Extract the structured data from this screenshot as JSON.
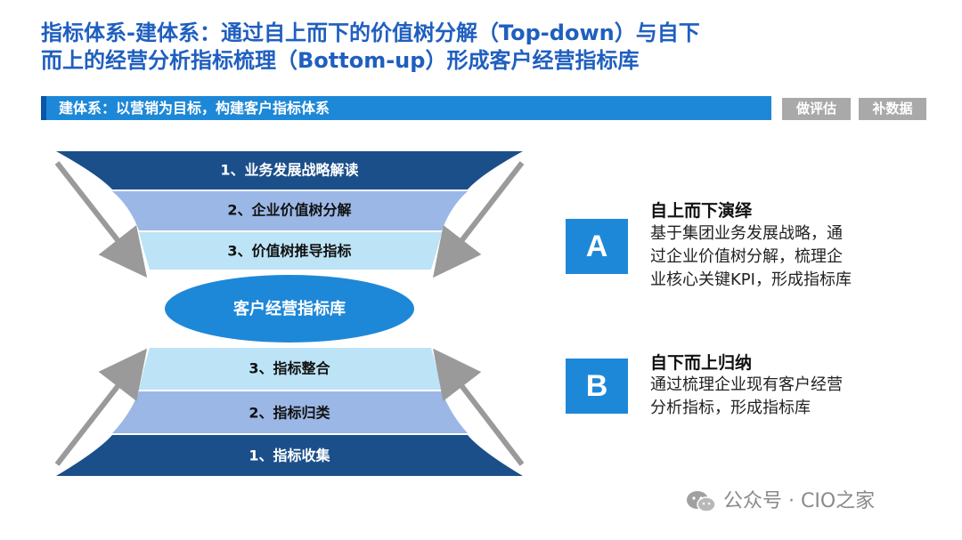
{
  "header": {
    "title_line1": "指标体系-建体系：通过自上而下的价值树分解（Top-down）与自下",
    "title_line2": "而上的经营分析指标梳理（Bottom-up）形成客户经营指标库"
  },
  "subbar": {
    "label": "建体系：以营销为目标，构建客户指标体系",
    "tags": [
      "做评估",
      "补数据"
    ]
  },
  "funnel": {
    "top_layers": [
      "1、业务发展战略解读",
      "2、企业价值树分解",
      "3、价值树推导指标"
    ],
    "center": "客户经营指标库",
    "bottom_layers": [
      "3、指标整合",
      "2、指标归类",
      "1、指标收集"
    ]
  },
  "sections": [
    {
      "letter": "A",
      "heading": "自上而下演绎",
      "body_lines": [
        "基于集团业务发展战略，通",
        "过企业价值树分解，梳理企",
        "业核心关键KPI，形成指标库"
      ]
    },
    {
      "letter": "B",
      "heading": "自下而上归纳",
      "body_lines": [
        "通过梳理企业现有客户经营",
        "分析指标，形成指标库"
      ]
    }
  ],
  "watermark": {
    "text": "公众号 · CIO之家",
    "icon": "wechat-icon"
  },
  "colors": {
    "title": "#1f5fbf",
    "accent": "#1e88d8",
    "dark_layer": "#1b4f8a",
    "mid_layer": "#9bb7e6",
    "light_layer": "#bde3f6",
    "center_oval": "#1e88d8",
    "arrow": "#9a9a9a",
    "tag_bg": "#a9a9a9"
  }
}
